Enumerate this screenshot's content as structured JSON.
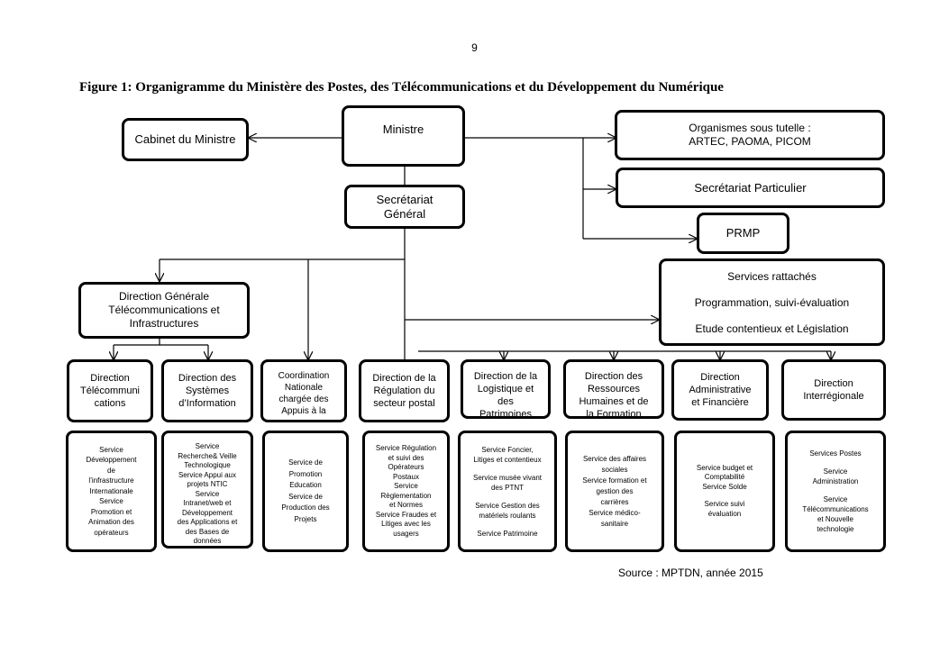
{
  "page_number": "9",
  "figure_title": "Figure 1: Organigramme du Ministère des Postes, des Télécommunications et du Développement du Numérique",
  "nodes": {
    "ministre": "Ministre",
    "cabinet": "Cabinet du Ministre",
    "organismes": [
      "Organismes sous tutelle :",
      "ARTEC, PAOMA, PICOM"
    ],
    "secretariat_particulier": "Secrétariat Particulier",
    "prmp": "PRMP",
    "secretariat_general": [
      "Secrétariat",
      "Général"
    ],
    "services_rattaches": {
      "title": "Services rattachés",
      "items": [
        "Programmation, suivi-évaluation",
        "Etude contentieux et Législation"
      ]
    },
    "dgti": [
      "Direction Générale",
      "Télécommunications et",
      "Infrastructures"
    ]
  },
  "directions": [
    {
      "lines": [
        "Direction",
        "Télécommuni",
        "cations"
      ]
    },
    {
      "lines": [
        "Direction des",
        "Systèmes",
        "d’Information"
      ]
    },
    {
      "lines": [
        "Coordination",
        "Nationale",
        "chargée des",
        "Appuis à la"
      ]
    },
    {
      "lines": [
        "Direction de la",
        "Régulation du",
        "secteur postal"
      ]
    },
    {
      "lines": [
        "Direction de la",
        "Logistique et",
        "des",
        "Patrimoines"
      ]
    },
    {
      "lines": [
        "Direction des",
        "Ressources",
        "Humaines et de",
        "la Formation"
      ]
    },
    {
      "lines": [
        "Direction",
        "Administrative",
        "et Financière"
      ]
    },
    {
      "lines": [
        "Direction",
        "Interrégionale"
      ]
    }
  ],
  "service_boxes": [
    {
      "lines": [
        "Service",
        "Développement",
        "de",
        "l’infrastructure",
        "Internationale",
        "Service",
        "Promotion et",
        "Animation des",
        "opérateurs"
      ]
    },
    {
      "lines": [
        "Service",
        "Recherche& Veille",
        "Technologique",
        "Service Appui aux",
        "projets NTIC",
        "Service",
        "Intranet/web et",
        "Développement",
        "des Applications et",
        "des Bases de",
        "données"
      ]
    },
    {
      "lines": [
        "Service de",
        "Promotion",
        "Education",
        "Service de",
        "Production des",
        "Projets"
      ]
    },
    {
      "lines": [
        "Service Régulation",
        "et suivi des",
        "Opérateurs",
        "Postaux",
        "Service",
        "Règlementation",
        "et Normes",
        "Service Fraudes et",
        "Litiges avec les",
        "usagers"
      ]
    },
    {
      "lines": [
        "Service Foncier,",
        "Litiges et contentieux",
        "",
        "Service musée vivant",
        "des PTNT",
        "",
        "Service Gestion des",
        "matériels roulants",
        "",
        "Service Patrimoine"
      ]
    },
    {
      "lines": [
        "Service des affaires",
        "sociales",
        "Service formation et",
        "gestion des",
        "carrières",
        "Service médico-",
        "sanitaire"
      ]
    },
    {
      "lines": [
        "Service budget et",
        "Comptabilité",
        "Service Solde",
        "",
        "Service suivi",
        "évaluation"
      ]
    },
    {
      "lines": [
        "Services Postes",
        "",
        "Service",
        "Administration",
        "",
        "Service",
        "Télécommunications",
        "et Nouvelle",
        "technologie"
      ]
    }
  ],
  "source": "Source : MPTDN, année 2015"
}
